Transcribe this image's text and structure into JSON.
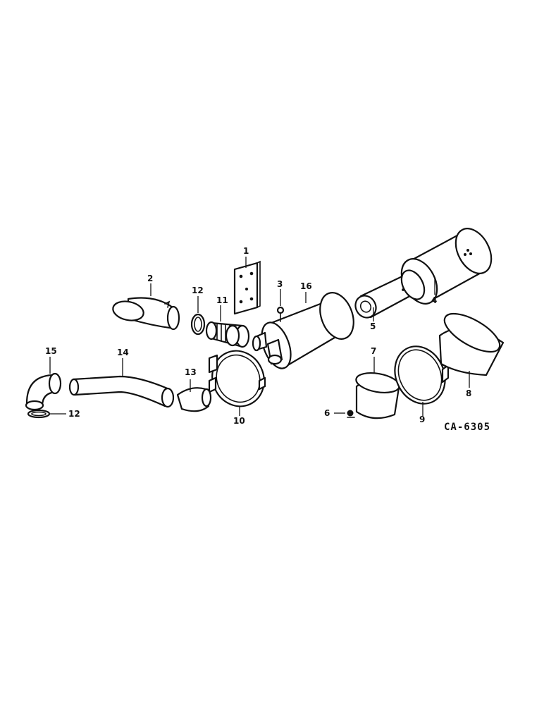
{
  "figure_code": "CA-6305",
  "callouts": [
    {
      "id": "c1",
      "text": "1"
    },
    {
      "id": "c2",
      "text": "2"
    },
    {
      "id": "c3",
      "text": "3"
    },
    {
      "id": "c4",
      "text": "4"
    },
    {
      "id": "c5",
      "text": "5"
    },
    {
      "id": "c6",
      "text": "6"
    },
    {
      "id": "c7",
      "text": "7"
    },
    {
      "id": "c8",
      "text": "8"
    },
    {
      "id": "c9",
      "text": "9"
    },
    {
      "id": "c10",
      "text": "10"
    },
    {
      "id": "c11",
      "text": "11"
    },
    {
      "id": "c12a",
      "text": "12"
    },
    {
      "id": "c12b",
      "text": "12"
    },
    {
      "id": "c13",
      "text": "13"
    },
    {
      "id": "c14",
      "text": "14"
    },
    {
      "id": "c15",
      "text": "15"
    },
    {
      "id": "c16",
      "text": "16"
    }
  ]
}
